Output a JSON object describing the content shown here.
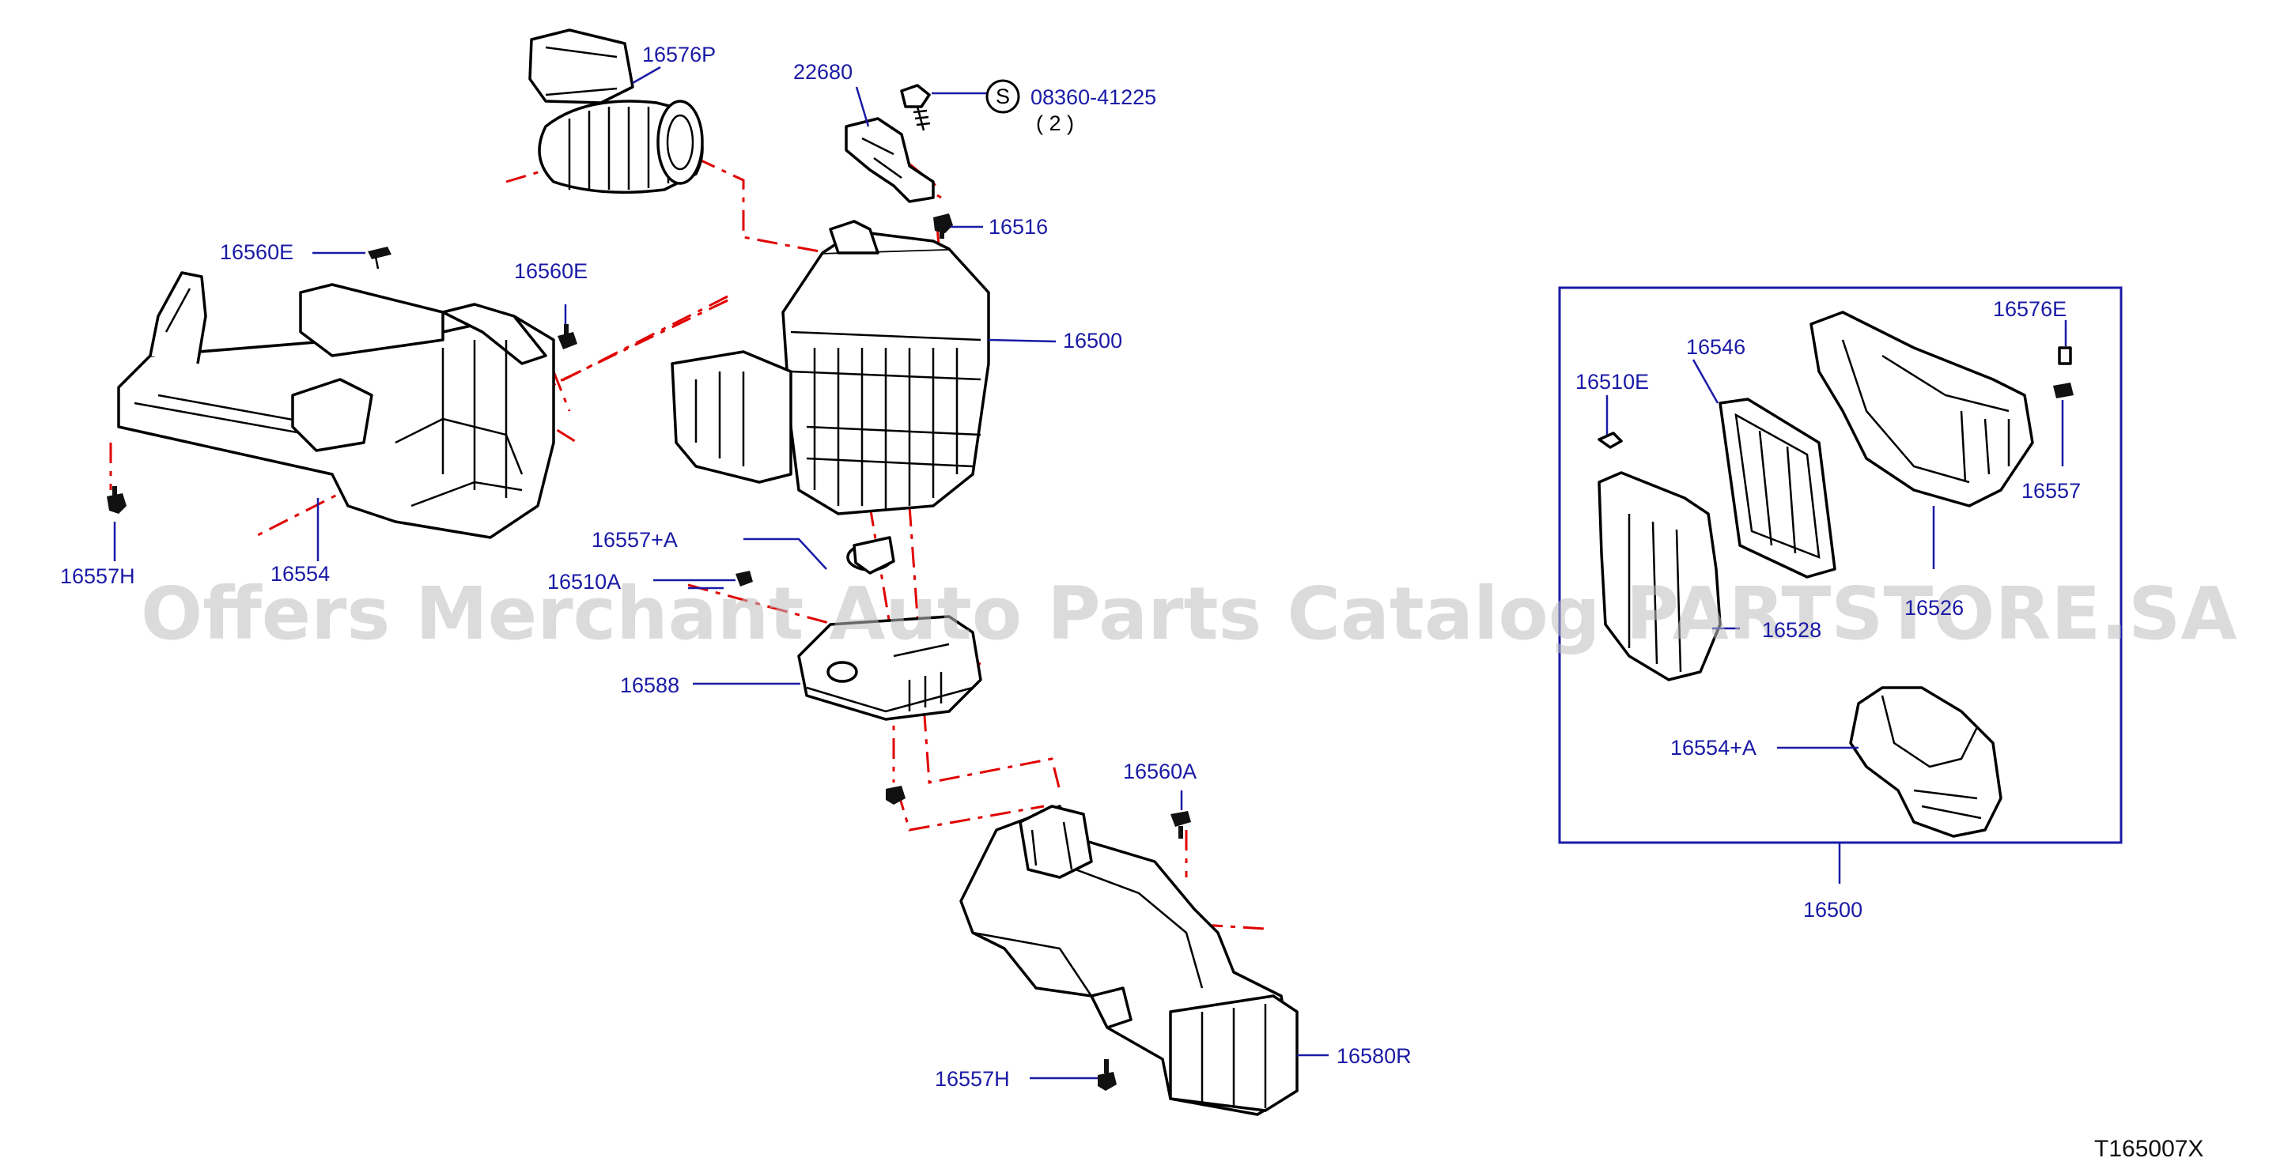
{
  "diagram_code": "T165007X",
  "watermark": "Offers Merchant Auto Parts Catalog PARTSTORE.SA",
  "callouts": {
    "p16576P": "16576P",
    "p22680": "22680",
    "screw_symbol": "S",
    "screw_part": "08360-41225",
    "screw_qty": "( 2 )",
    "p16516": "16516",
    "p16500_main": "16500",
    "p16560E_left": "16560E",
    "p16560E_mid": "16560E",
    "p16557H_left": "16557H",
    "p16554": "16554",
    "p16557A": "16557+A",
    "p16510A": "16510A",
    "p16588": "16588",
    "p16560A": "16560A",
    "p16580R": "16580R",
    "p16557H_bottom": "16557H",
    "p16576E": "16576E",
    "p16546": "16546",
    "p16510E": "16510E",
    "p16557": "16557",
    "p16526": "16526",
    "p16528": "16528",
    "p16554A": "16554+A",
    "p16500_box": "16500"
  },
  "colors": {
    "callout_text": "#1a1aa6",
    "leader_line": "#1a1aa6",
    "assembly_dash": "#e00000",
    "outline": "#000000",
    "watermark": "#bdbdbd"
  }
}
